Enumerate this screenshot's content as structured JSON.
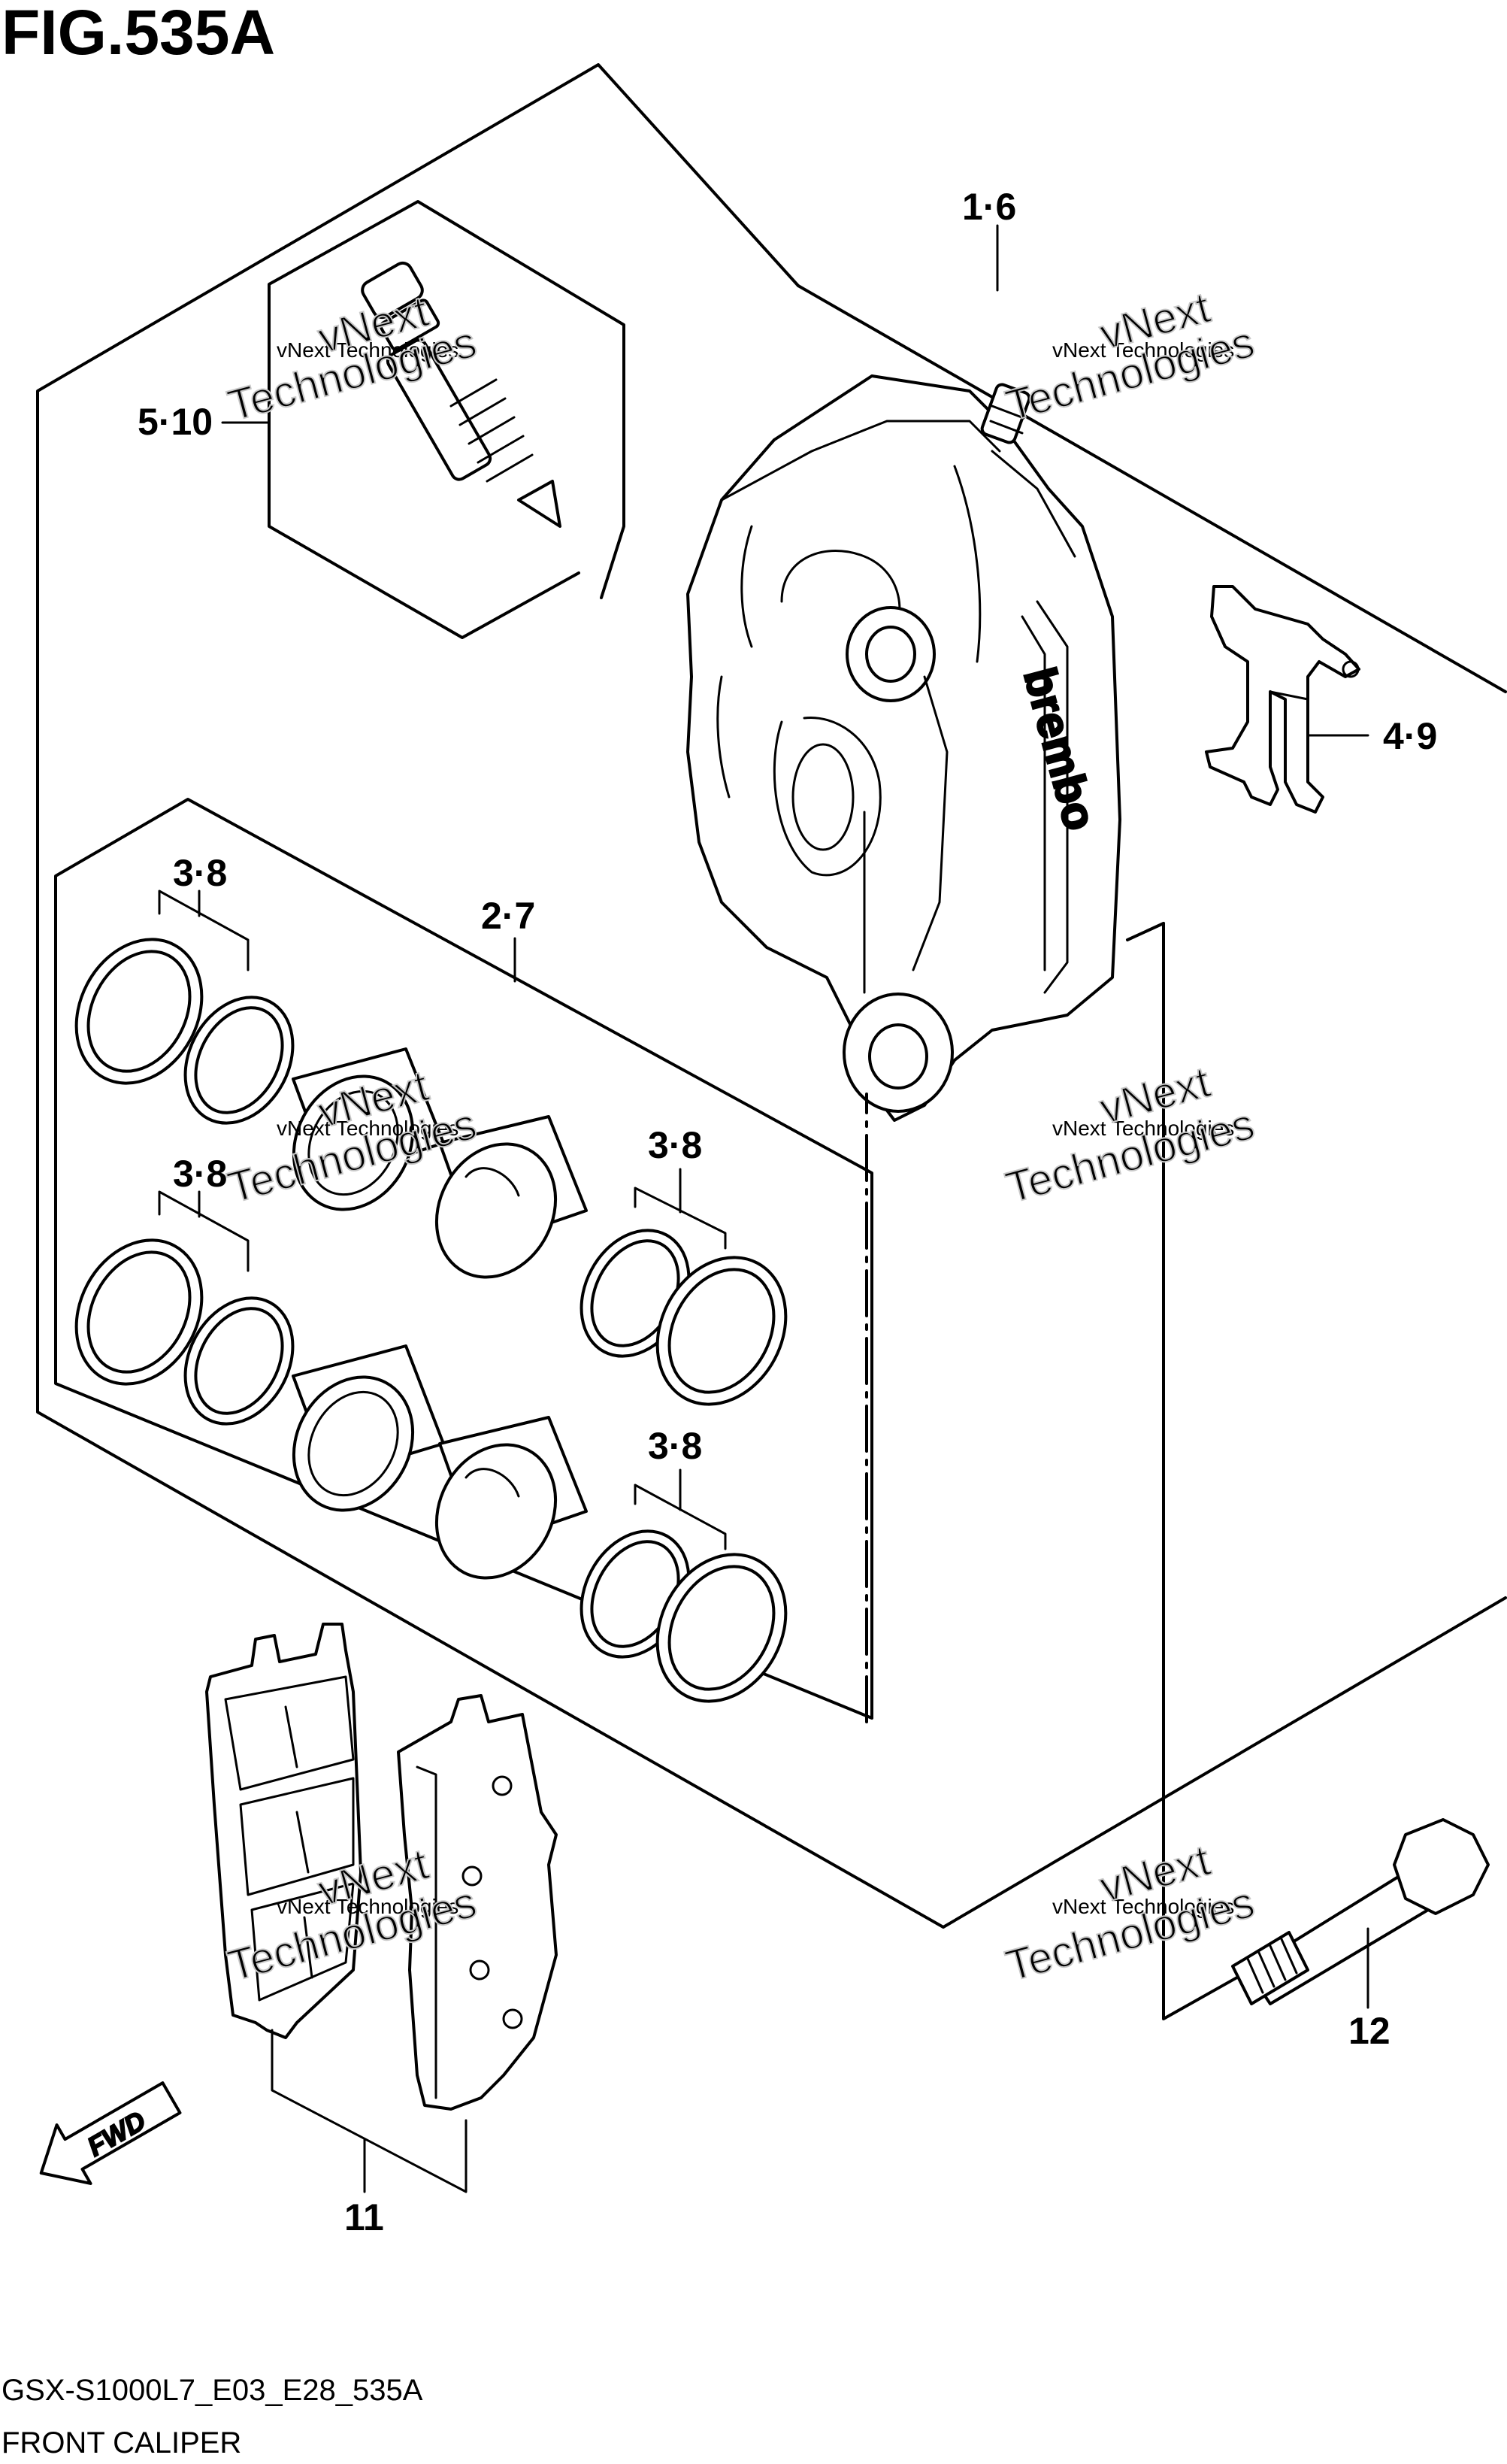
{
  "figure_title": "FIG.535A",
  "callouts": {
    "caliper": "1·6",
    "bleeder_valve": "5·10",
    "pad_spring": "4·9",
    "piston_kit": "2·7",
    "seal_top_left": "3·8",
    "seal_mid_left": "3·8",
    "seal_mid_right": "3·8",
    "seal_bottom_right": "3·8",
    "brake_pads": "11",
    "bolt": "12"
  },
  "caliper_brand_text": "brembo",
  "fwd_label": "FWD",
  "watermark": {
    "line1": "vNext Technologies",
    "line2": "Technologies",
    "line3": "vNext"
  },
  "footer": {
    "model_code": "GSX-S1000L7_E03_E28_535A",
    "caption": "FRONT CALIPER"
  }
}
